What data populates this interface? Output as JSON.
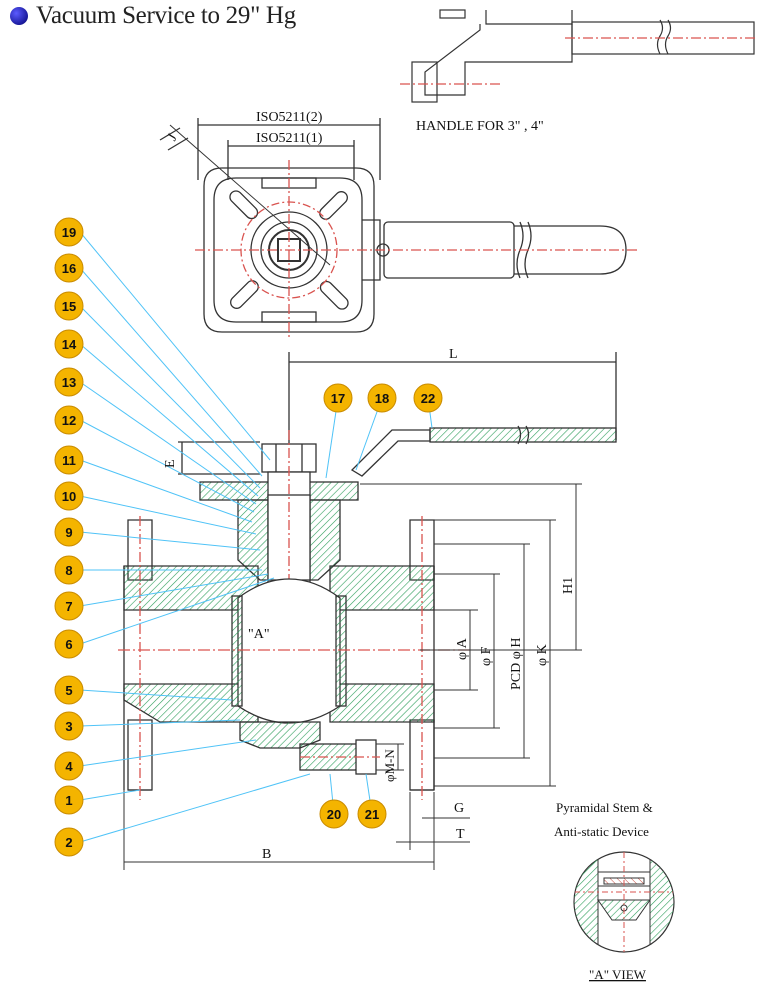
{
  "header": {
    "title": "Vacuum Service to 29\" Hg"
  },
  "labels": {
    "iso2": "ISO5211(2)",
    "iso1": "ISO5211(1)",
    "j": "J",
    "handle": "HANDLE FOR  3\" ,  4\"",
    "L": "L",
    "E": "E",
    "H1": "H1",
    "phiA": "φ A",
    "phiF": "φ F",
    "pcdH": "PCD φ H",
    "phiK": "φ K",
    "view_a": "\"A\"",
    "mn": "φM-N",
    "G": "G",
    "T": "T",
    "B": "B",
    "pyr1": "Pyramidal Stem &",
    "pyr2": "Anti-static Device",
    "aview": "\"A\" VIEW"
  },
  "balloons": [
    "19",
    "16",
    "15",
    "14",
    "13",
    "12",
    "11",
    "10",
    "9",
    "8",
    "7",
    "6",
    "5",
    "3",
    "4",
    "1",
    "2",
    "17",
    "18",
    "22",
    "20",
    "21"
  ],
  "colors": {
    "balloon": "#f4b400",
    "leader": "#4fc3f7",
    "hatch": "#2e9e5b",
    "centerline": "#d9534f",
    "line": "#333333"
  }
}
